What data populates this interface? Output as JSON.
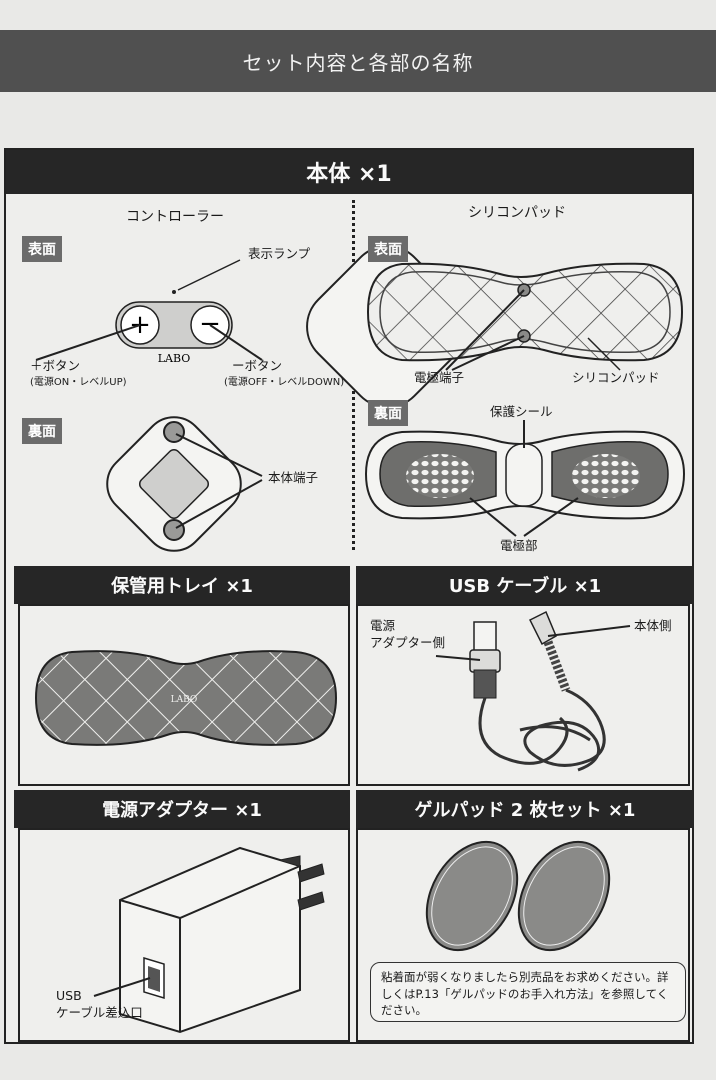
{
  "header": {
    "title": "セット内容と各部の名称"
  },
  "main_unit": {
    "heading": "本体 ×1",
    "controller": {
      "title": "コントローラー",
      "front_tag": "表面",
      "back_tag": "裏面",
      "lamp": "表示ランプ",
      "plus_button": "＋ボタン",
      "plus_button_note": "(電源ON・レベルUP)",
      "minus_button": "ーボタン",
      "minus_button_note": "(電源OFF・レベルDOWN)",
      "terminal": "本体端子",
      "logo": "LABO"
    },
    "silicone_pad": {
      "title": "シリコンパッド",
      "front_tag": "表面",
      "back_tag": "裏面",
      "electrode_terminal": "電極端子",
      "silicone_pad_label": "シリコンパッド",
      "protective_seal": "保護シール",
      "electrode_part": "電極部"
    }
  },
  "tray": {
    "heading": "保管用トレイ ×1",
    "logo": "LABO"
  },
  "usb_cable": {
    "heading": "USB ケーブル ×1",
    "adapter_side": "電源\nアダプター側",
    "body_side": "本体側"
  },
  "power_adapter": {
    "heading": "電源アダプター ×1",
    "usb_port": "USB\nケーブル差込口"
  },
  "gel_pad": {
    "heading": "ゲルパッド 2 枚セット ×1",
    "note": "粘着面が弱くなりましたら別売品をお求めください。詳しくはP.13「ゲルパッドのお手入れ方法」を参照してください。"
  }
}
